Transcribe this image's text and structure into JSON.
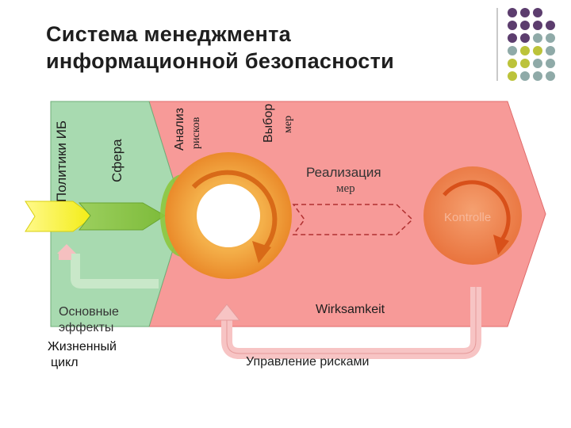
{
  "title_line1": "Система менеджмента",
  "title_line2": "информационной безопасности",
  "labels": {
    "policy": "Политики ИБ",
    "scope": "Сфера",
    "risk_analysis_1": "Анализ",
    "risk_analysis_2": "рисков",
    "measure_choice_1": "Выбор",
    "measure_choice_2": "мер",
    "implementation_1": "Реализация",
    "implementation_2": "мер",
    "kontrolle": "Kontrolle",
    "wirksamkeit": "Wirksamkeit",
    "risk_management": "Управление рисками",
    "main_effects_1": "Основные",
    "main_effects_2": "эффекты",
    "lifecycle_1": "Жизненный",
    "lifecycle_2": "цикл"
  },
  "colors": {
    "green_panel": "#a8dab0",
    "red_panel": "#f79a98",
    "orange_ring": "#f0a02f",
    "yellow_arrow": "#f2ec12",
    "purple_dot": "#5c3d6e",
    "gray_dot": "#8faaa8",
    "olive_dot": "#bcc33a"
  },
  "decor_dots": [
    "purple",
    "purple",
    "purple",
    "",
    "purple",
    "purple",
    "purple",
    "purple",
    "purple",
    "purple",
    "gray",
    "gray",
    "gray",
    "olive",
    "olive",
    "gray",
    "olive",
    "olive",
    "gray",
    "gray",
    "olive",
    "gray",
    "gray",
    "gray"
  ]
}
